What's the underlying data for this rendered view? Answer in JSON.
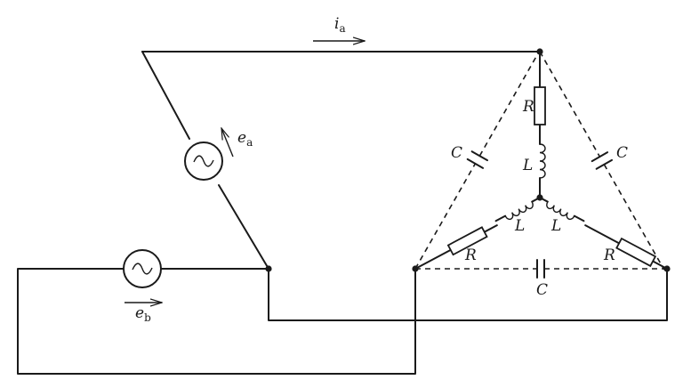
{
  "diagram": {
    "current_label": "i",
    "current_sub": "a",
    "source_a_label": "e",
    "source_a_sub": "a",
    "source_b_label": "e",
    "source_b_sub": "b",
    "resistor_label": "R",
    "inductor_label": "L",
    "capacitor_label": "C",
    "source_symbol": "~"
  }
}
